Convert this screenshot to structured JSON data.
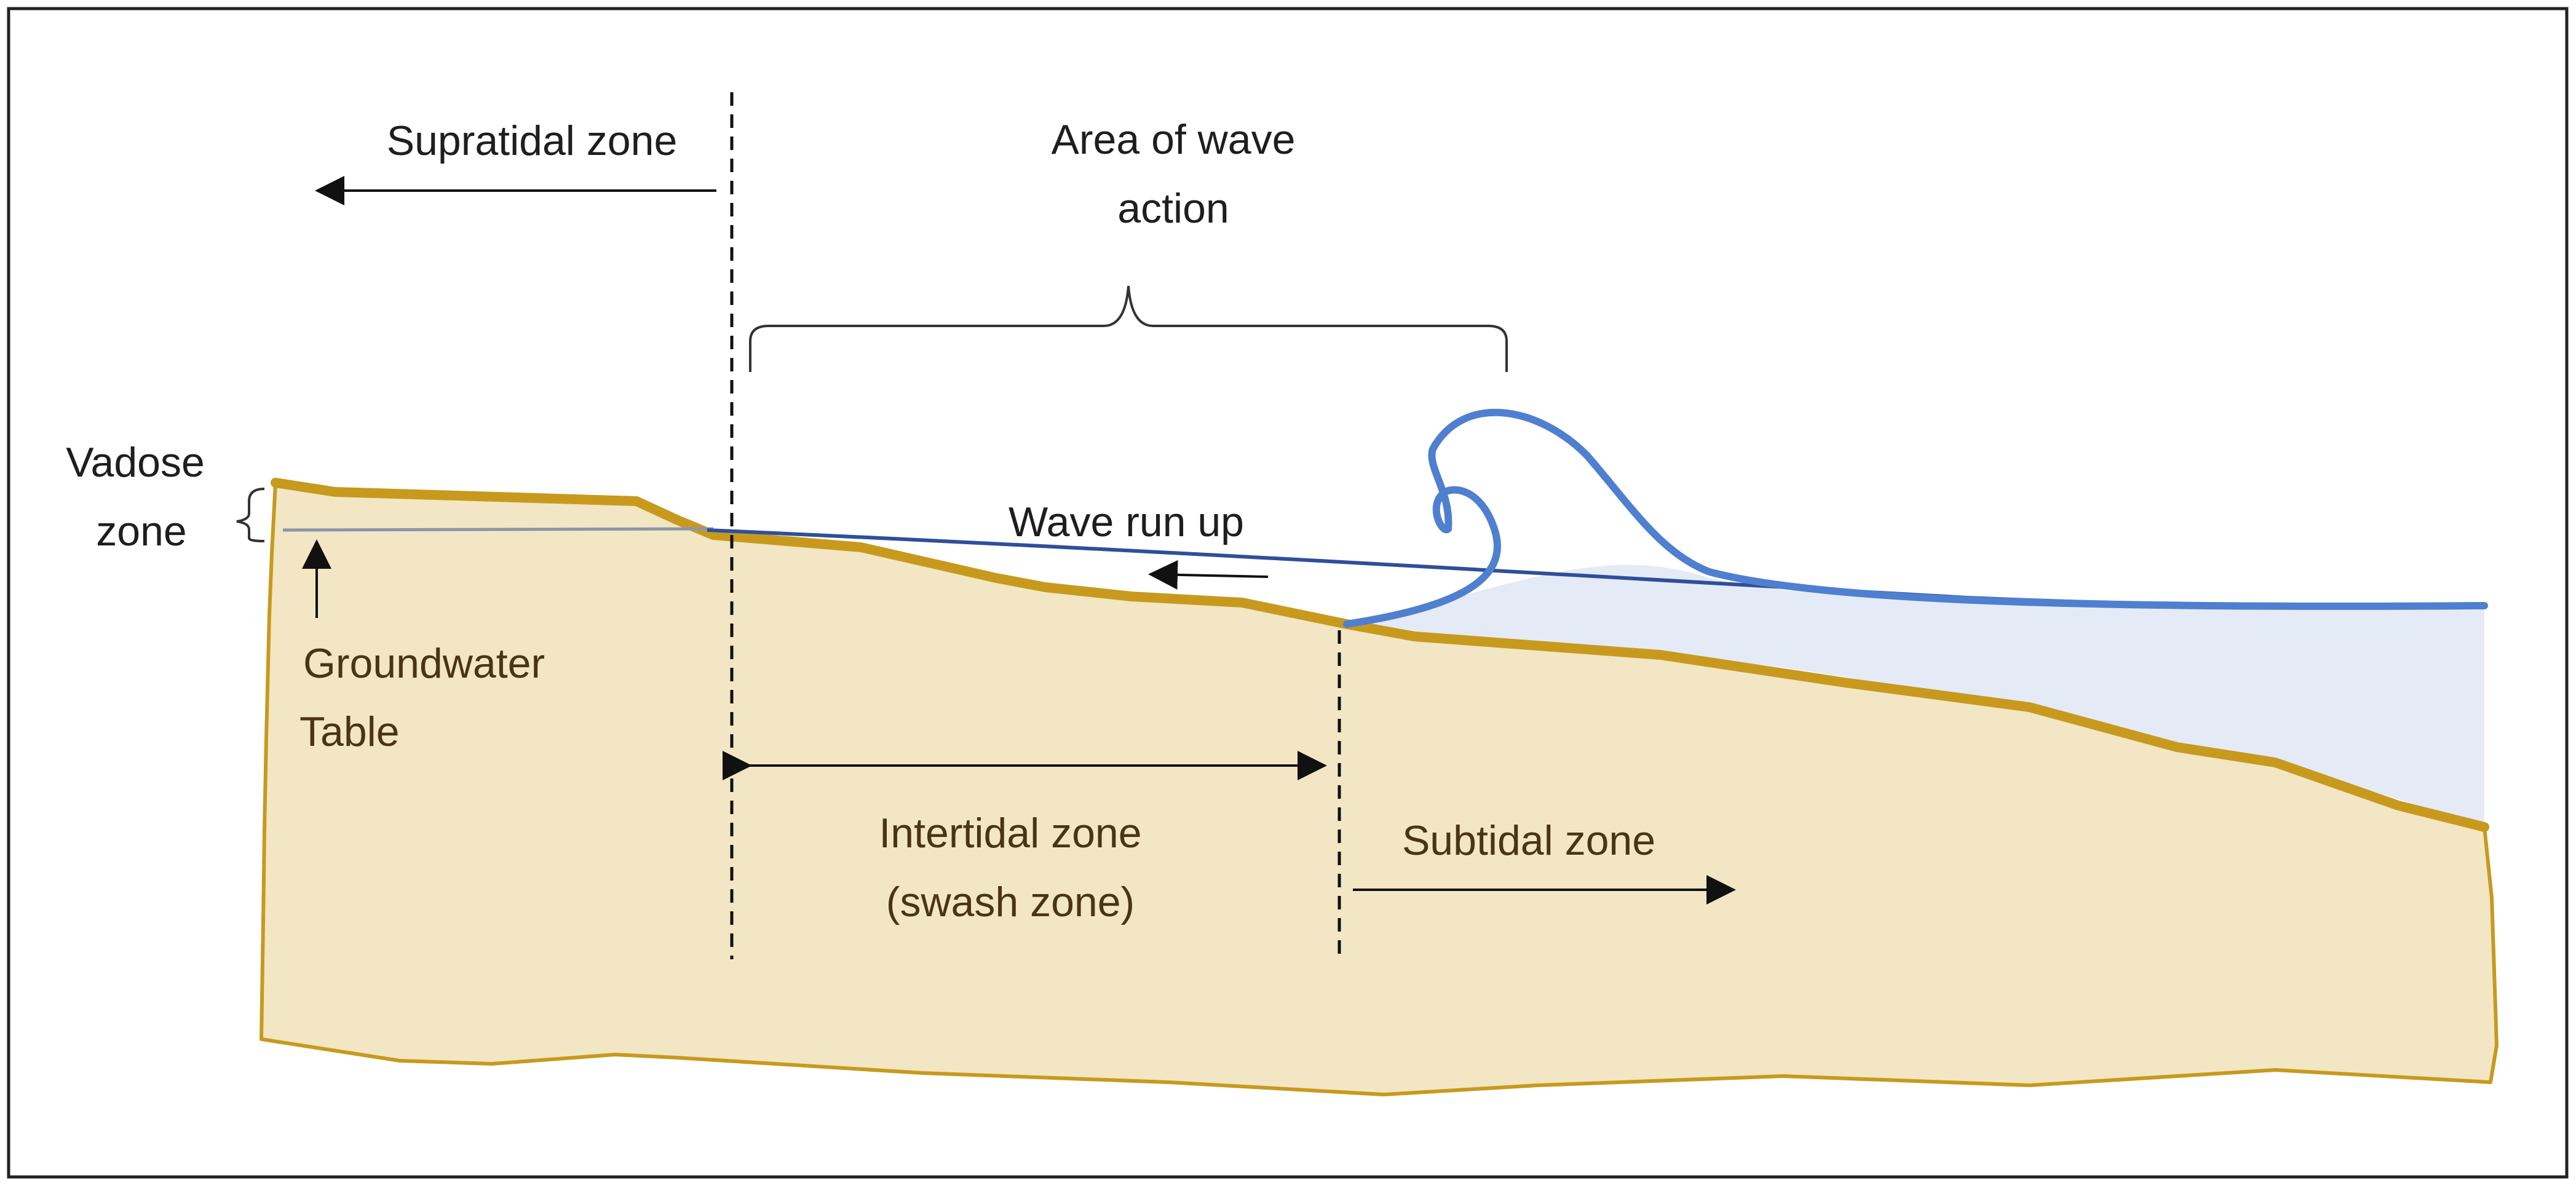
{
  "labels": {
    "supratidal": "Supratidal zone",
    "area_of_wave_line1": "Area of wave",
    "area_of_wave_line2": "action",
    "vadose_line1": "Vadose",
    "vadose_line2": "zone",
    "wave_run_up": "Wave run up",
    "groundwater_line1": "Groundwater",
    "groundwater_line2": "Table",
    "intertidal_line1": "Intertidal zone",
    "intertidal_line2": "(swash zone)",
    "subtidal": "Subtidal zone"
  },
  "colors": {
    "sand_fill": "#f3e6c4",
    "sand_edge": "#c79a1e",
    "water_fill": "#e4ebf6",
    "wave_stroke": "#4f7fd0",
    "water_line": "#2f4f9a",
    "groundwater_line": "#8a96a8",
    "frame": "#222222"
  }
}
